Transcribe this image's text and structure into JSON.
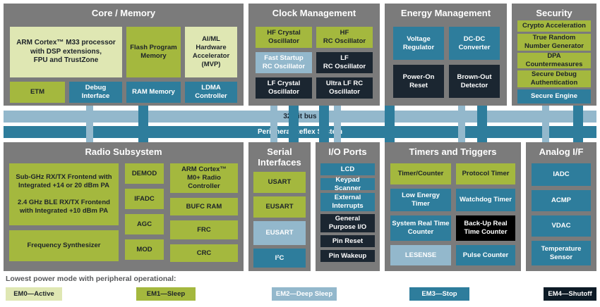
{
  "colors": {
    "section_gray": "#7b7b7b",
    "em0_pale_green": "#dfe7b3",
    "em1_green": "#a4b83e",
    "em2_light_blue": "#93b8cc",
    "em3_teal": "#2e7d9c",
    "em4_dark": "#0d1b26",
    "dark_navy_block": "#1b2631",
    "black_block": "#000000"
  },
  "buses": {
    "bus32": "32-bit bus",
    "prs": "Peripheral Reflex System"
  },
  "sections": {
    "core": {
      "title": "Core / Memory",
      "blocks": [
        "ARM Cortex™ M33 processor\nwith DSP extensions,\nFPU and TrustZone",
        "Flash Program\nMemory",
        "AI/ML Hardware\nAccelerator\n(MVP)",
        "ETM",
        "Debug Interface",
        "RAM Memory",
        "LDMA\nController"
      ]
    },
    "clock": {
      "title": "Clock Management",
      "blocks": [
        "HF Crystal\nOscillator",
        "HF\nRC Oscillator",
        "Fast Startup\nRC Oscillator",
        "LF\nRC Oscillator",
        "LF Crystal\nOscillator",
        "Ultra LF RC\nOscillator"
      ]
    },
    "energy": {
      "title": "Energy Management",
      "blocks": [
        "Voltage\nRegulator",
        "DC-DC\nConverter",
        "Power-On\nReset",
        "Brown-Out\nDetector"
      ]
    },
    "security": {
      "title": "Security",
      "blocks": [
        "Crypto Acceleration",
        "True Random\nNumber Generator",
        "DPA\nCountermeasures",
        "Secure Debug\nAuthentication",
        "Secure Engine"
      ]
    },
    "radio": {
      "title": "Radio Subsystem",
      "blocks": [
        "Sub-GHz RX/TX Frontend with\nIntegrated +14 or 20 dBm PA\n\n2.4 GHz BLE RX/TX Frontend\nwith Integrated +10 dBm PA",
        "Frequency Synthesizer",
        "DEMOD",
        "IFADC",
        "AGC",
        "MOD",
        "ARM Cortex™\nM0+ Radio\nController",
        "BUFC RAM",
        "FRC",
        "CRC"
      ]
    },
    "serial": {
      "title": "Serial Interfaces",
      "blocks": [
        "USART",
        "EUSART",
        "EUSART",
        "I²C"
      ]
    },
    "io": {
      "title": "I/O Ports",
      "blocks": [
        "LCD",
        "Keypad Scanner",
        "External\nInterrupts",
        "General\nPurpose I/O",
        "Pin Reset",
        "Pin Wakeup"
      ]
    },
    "timers": {
      "title": "Timers and Triggers",
      "blocks": [
        "Timer/Counter",
        "Protocol Timer",
        "Low Energy Timer",
        "Watchdog Timer",
        "System Real Time\nCounter",
        "Back-Up Real\nTime Counter",
        "LESENSE",
        "Pulse Counter"
      ]
    },
    "analog": {
      "title": "Analog I/F",
      "blocks": [
        "IADC",
        "ACMP",
        "VDAC",
        "Temperature\nSensor"
      ]
    }
  },
  "legend": {
    "title": "Lowest power mode with peripheral operational:",
    "items": [
      {
        "label": "EM0—Active",
        "color": "#dfe7b3"
      },
      {
        "label": "EM1—Sleep",
        "color": "#a4b83e"
      },
      {
        "label": "EM2—Deep Sleep",
        "color": "#93b8cc"
      },
      {
        "label": "EM3—Stop",
        "color": "#2e7d9c"
      },
      {
        "label": "EM4—Shutoff",
        "color": "#0d1b26"
      }
    ]
  }
}
